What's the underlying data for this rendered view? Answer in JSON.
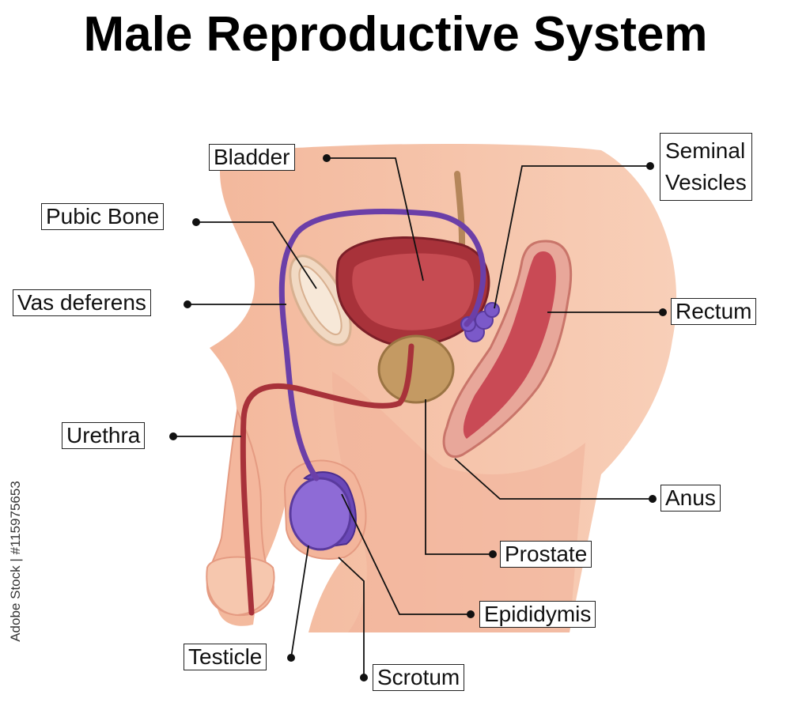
{
  "title": "Male Reproductive System",
  "labels": {
    "bladder": "Bladder",
    "seminal_vesicles_line1": "Seminal",
    "seminal_vesicles_line2": "Vesicles",
    "pubic_bone": "Pubic Bone",
    "vas_deferens": "Vas deferens",
    "rectum": "Rectum",
    "urethra": "Urethra",
    "anus": "Anus",
    "prostate": "Prostate",
    "epididymis": "Epididymis",
    "testicle": "Testicle",
    "scrotum": "Scrotum"
  },
  "watermark": "Adobe Stock | #115975653",
  "colors": {
    "skin": "#f6c6ad",
    "skin_dark": "#ec9f86",
    "bladder": "#a8323a",
    "rectum": "#c94a55",
    "vas": "#6b3fa8",
    "testicle": "#8e6bd6",
    "prostate": "#c49a63",
    "bone": "#f1d9c3"
  }
}
